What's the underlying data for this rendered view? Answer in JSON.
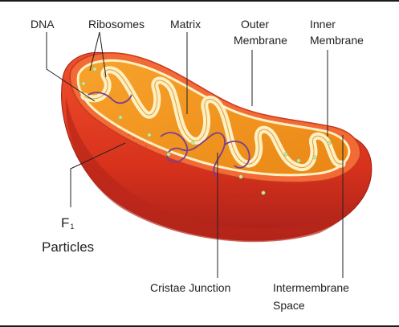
{
  "diagram": {
    "labels": {
      "dna": "DNA",
      "ribosomes": "Ribosomes",
      "matrix": "Matrix",
      "outer_membrane_line1": "Outer",
      "outer_membrane_line2": "Membrane",
      "inner_membrane_line1": "Inner",
      "inner_membrane_line2": "Membrane",
      "f1_letter": "F",
      "f1_subscript": "1",
      "particles": "Particles",
      "cristae_junction": "Cristae Junction",
      "intermembrane_line1": "Intermembrane",
      "intermembrane_line2": "Space"
    },
    "colors": {
      "outer_shell": "#e03a1e",
      "outer_shell_dark": "#b8261a",
      "matrix_orange": "#f39a1d",
      "cristae_cream": "#fdf0c2",
      "dna_purple": "#7a3f91",
      "ribosome_green": "#c7e8a6"
    }
  }
}
